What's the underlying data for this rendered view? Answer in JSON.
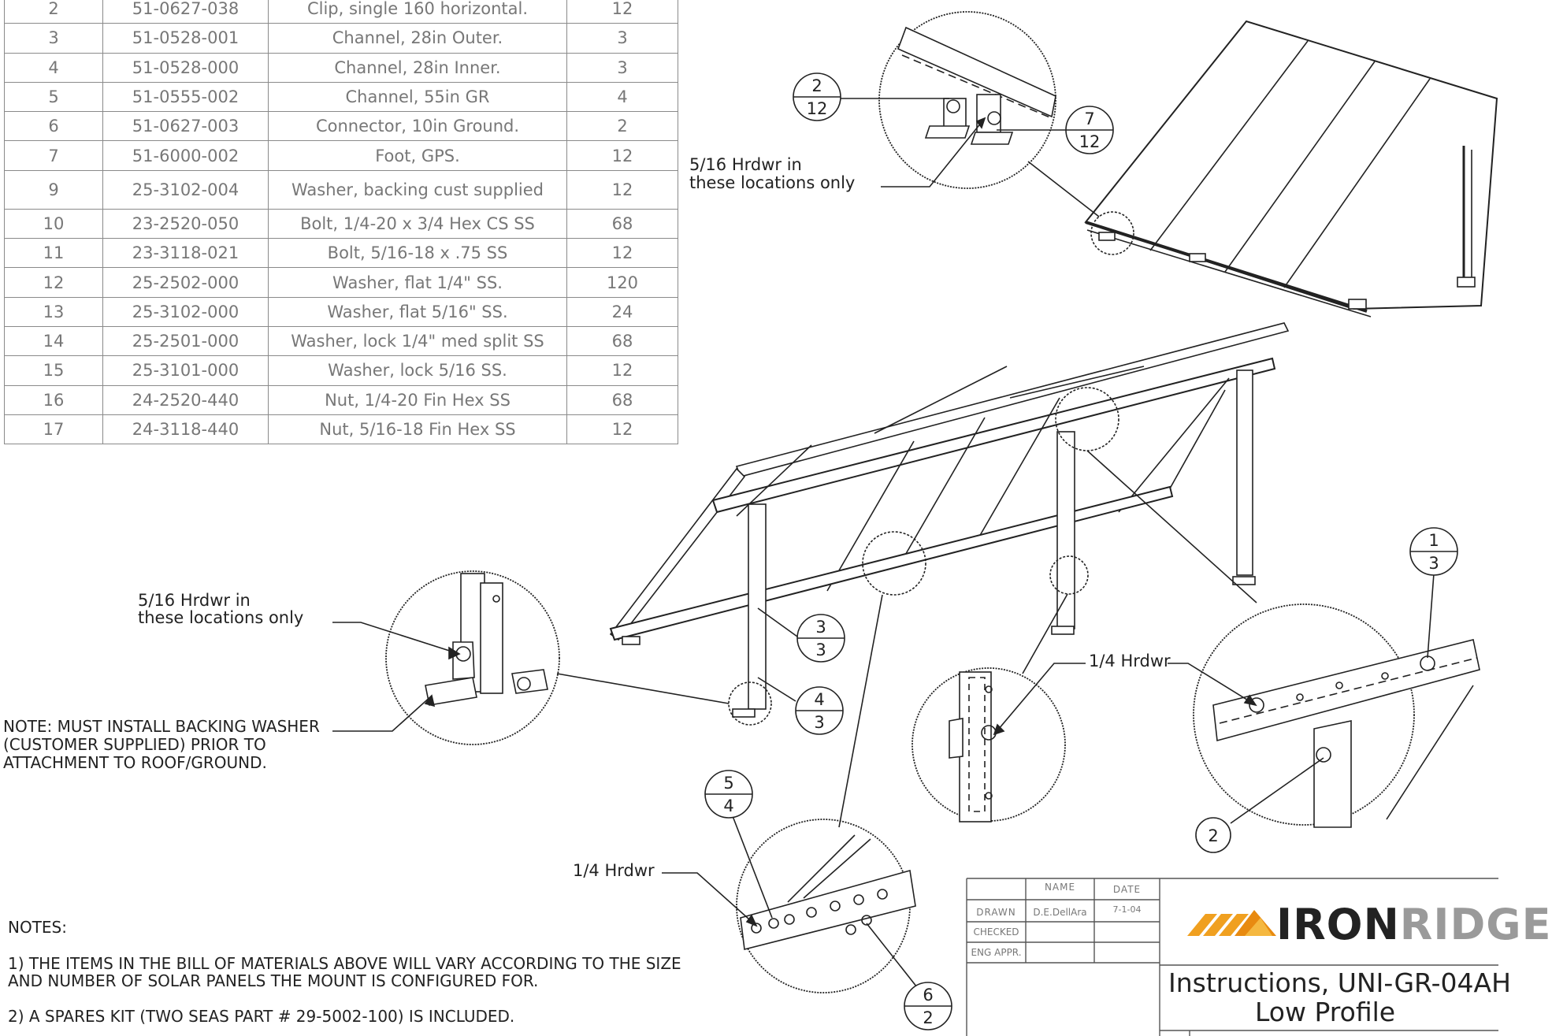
{
  "bom": {
    "rows": [
      {
        "item": "2",
        "part": "51-0627-038",
        "description": "Clip, single 160 horizontal.",
        "qty": "12"
      },
      {
        "item": "3",
        "part": "51-0528-001",
        "description": "Channel, 28in Outer.",
        "qty": "3"
      },
      {
        "item": "4",
        "part": "51-0528-000",
        "description": "Channel, 28in Inner.",
        "qty": "3"
      },
      {
        "item": "5",
        "part": "51-0555-002",
        "description": "Channel, 55in GR",
        "qty": "4"
      },
      {
        "item": "6",
        "part": "51-0627-003",
        "description": "Connector, 10in Ground.",
        "qty": "2"
      },
      {
        "item": "7",
        "part": "51-6000-002",
        "description": "Foot, GPS.",
        "qty": "12"
      },
      {
        "item": "9",
        "part": "25-3102-004",
        "description": "Washer, backing cust supplied",
        "qty": "12"
      },
      {
        "item": "10",
        "part": "23-2520-050",
        "description": "Bolt, 1/4-20 x 3/4 Hex CS SS",
        "qty": "68"
      },
      {
        "item": "11",
        "part": "23-3118-021",
        "description": "Bolt, 5/16-18 x .75 SS",
        "qty": "12"
      },
      {
        "item": "12",
        "part": "25-2502-000",
        "description": "Washer, flat 1/4\" SS.",
        "qty": "120"
      },
      {
        "item": "13",
        "part": "25-3102-000",
        "description": "Washer, flat 5/16\" SS.",
        "qty": "24"
      },
      {
        "item": "14",
        "part": "25-2501-000",
        "description": "Washer, lock 1/4\" med split SS",
        "qty": "68"
      },
      {
        "item": "15",
        "part": "25-3101-000",
        "description": "Washer, lock 5/16 SS.",
        "qty": "12"
      },
      {
        "item": "16",
        "part": "24-2520-440",
        "description": "Nut, 1/4-20 Fin Hex SS",
        "qty": "68"
      },
      {
        "item": "17",
        "part": "24-3118-440",
        "description": "Nut, 5/16-18 Fin Hex SS",
        "qty": "12"
      }
    ]
  },
  "annotations": {
    "hrdwr_5_16_top_line1": "5/16 Hrdwr in",
    "hrdwr_5_16_top_line2": "these locations only",
    "hrdwr_5_16_left_line1": "5/16 Hrdwr in",
    "hrdwr_5_16_left_line2": "these locations only",
    "backing_note_line1": "NOTE: MUST INSTALL BACKING WASHER",
    "backing_note_line2": "(CUSTOMER SUPPLIED) PRIOR TO",
    "backing_note_line3": "ATTACHMENT TO ROOF/GROUND.",
    "hrdwr_1_4_mid": "1/4 Hrdwr",
    "hrdwr_1_4_bottom": "1/4 Hrdwr"
  },
  "balloons": [
    {
      "id": "b2-12",
      "top": "2",
      "bottom": "12"
    },
    {
      "id": "b7-12",
      "top": "7",
      "bottom": "12"
    },
    {
      "id": "b1-3",
      "top": "1",
      "bottom": "3"
    },
    {
      "id": "b3-3",
      "top": "3",
      "bottom": "3"
    },
    {
      "id": "b4-3",
      "top": "4",
      "bottom": "3"
    },
    {
      "id": "b5-4",
      "top": "5",
      "bottom": "4"
    },
    {
      "id": "b6-2",
      "top": "6",
      "bottom": "2"
    },
    {
      "id": "b2",
      "top": "2",
      "bottom": ""
    }
  ],
  "notes": {
    "heading": "NOTES:",
    "note1_line1": "1) THE ITEMS IN THE BILL OF MATERIALS ABOVE WILL VARY ACCORDING TO THE SIZE",
    "note1_line2": "AND NUMBER OF SOLAR PANELS THE MOUNT IS CONFIGURED FOR.",
    "note2": "2) A SPARES KIT (TWO SEAS PART # 29-5002-100) IS INCLUDED."
  },
  "title_block": {
    "col_name": "NAME",
    "col_date": "DATE",
    "drawn_label": "DRAWN",
    "drawn_name": "D.E.DellAra",
    "drawn_date": "7-1-04",
    "checked_label": "CHECKED",
    "eng_appr_label": "ENG APPR.",
    "logo_iron": "IRON",
    "logo_ridge": "RIDGE",
    "title_line1": "Instructions, UNI-GR-04AH",
    "title_line2": "Low Profile"
  },
  "colors": {
    "logo_orange": "#f0a020",
    "logo_dark": "#222222",
    "logo_gray": "#9a9a9a"
  }
}
